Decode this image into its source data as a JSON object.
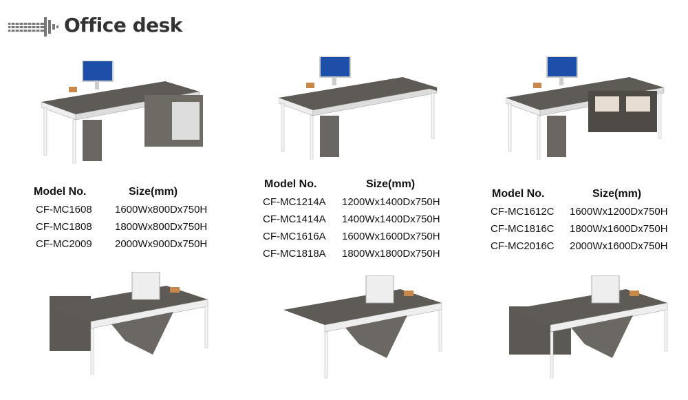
{
  "header": {
    "title": "Office desk",
    "logo_icon": "dotted-arrow-icon"
  },
  "groups": [
    {
      "columns": [
        "Model No.",
        "Size(mm)"
      ],
      "rows": [
        [
          "CF-MC1608",
          "1600Wx800Dx750H"
        ],
        [
          "CF-MC1808",
          "1800Wx800Dx750H"
        ],
        [
          "CF-MC2009",
          "2000Wx900Dx750H"
        ]
      ]
    },
    {
      "columns": [
        "Model No.",
        "Size(mm)"
      ],
      "rows": [
        [
          "CF-MC1214A",
          "1200Wx1400Dx750H"
        ],
        [
          "CF-MC1414A",
          "1400Wx1400Dx750H"
        ],
        [
          "CF-MC1616A",
          "1600Wx1600Dx750H"
        ],
        [
          "CF-MC1818A",
          "1800Wx1800Dx750H"
        ]
      ]
    },
    {
      "columns": [
        "Model No.",
        "Size(mm)"
      ],
      "rows": [
        [
          "CF-MC1612C",
          "1600Wx1200Dx750H"
        ],
        [
          "CF-MC1816C",
          "1800Wx1600Dx750H"
        ],
        [
          "CF-MC2016C",
          "2000Wx1600Dx750H"
        ]
      ]
    }
  ]
}
